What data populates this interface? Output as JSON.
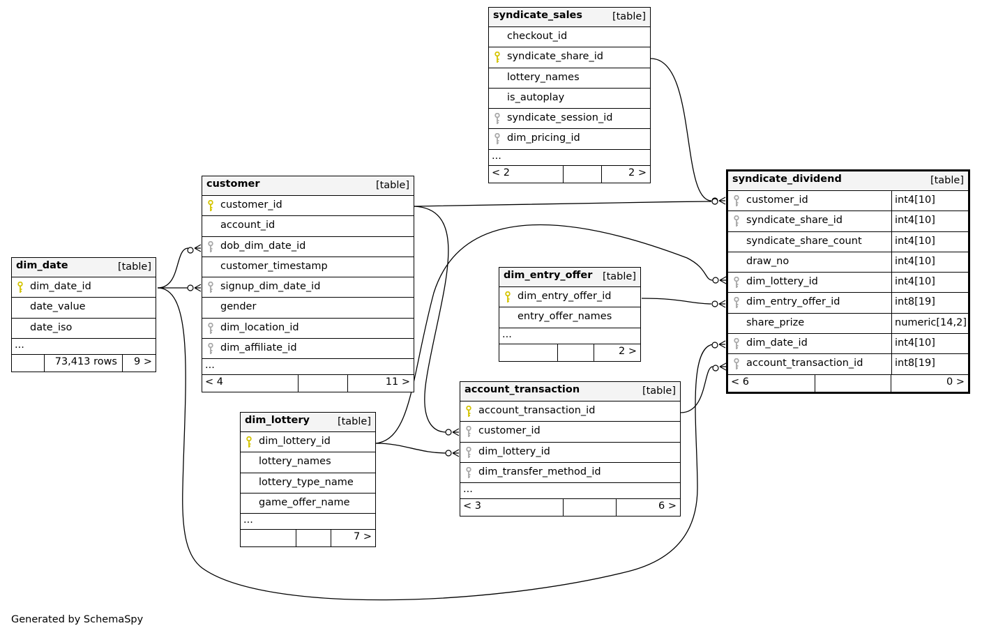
{
  "tag": "[table]",
  "footer": "Generated by SchemaSpy",
  "colors": {
    "primary_key": "#d4c400",
    "foreign_key": "#a8a8a8",
    "header_bg": "#f4f4f4"
  },
  "tables": {
    "syndicate_sales": {
      "name": "syndicate_sales",
      "columns": [
        {
          "name": "checkout_id",
          "key": ""
        },
        {
          "name": "syndicate_share_id",
          "key": "pk"
        },
        {
          "name": "lottery_names",
          "key": ""
        },
        {
          "name": "is_autoplay",
          "key": ""
        },
        {
          "name": "syndicate_session_id",
          "key": "fk"
        },
        {
          "name": "dim_pricing_id",
          "key": "fk"
        }
      ],
      "ellipsis": "...",
      "footer": {
        "left": "< 2",
        "mid": "",
        "right": "2 >"
      }
    },
    "customer": {
      "name": "customer",
      "columns": [
        {
          "name": "customer_id",
          "key": "pk"
        },
        {
          "name": "account_id",
          "key": ""
        },
        {
          "name": "dob_dim_date_id",
          "key": "fk"
        },
        {
          "name": "customer_timestamp",
          "key": ""
        },
        {
          "name": "signup_dim_date_id",
          "key": "fk"
        },
        {
          "name": "gender",
          "key": ""
        },
        {
          "name": "dim_location_id",
          "key": "fk"
        },
        {
          "name": "dim_affiliate_id",
          "key": "fk"
        }
      ],
      "ellipsis": "...",
      "footer": {
        "left": "< 4",
        "mid": "",
        "right": "11 >"
      }
    },
    "dim_date": {
      "name": "dim_date",
      "columns": [
        {
          "name": "dim_date_id",
          "key": "pk"
        },
        {
          "name": "date_value",
          "key": ""
        },
        {
          "name": "date_iso",
          "key": ""
        }
      ],
      "ellipsis": "...",
      "footer": {
        "left": "",
        "mid": "73,413 rows",
        "right": "9 >"
      }
    },
    "dim_entry_offer": {
      "name": "dim_entry_offer",
      "columns": [
        {
          "name": "dim_entry_offer_id",
          "key": "pk"
        },
        {
          "name": "entry_offer_names",
          "key": ""
        }
      ],
      "ellipsis": "...",
      "footer": {
        "left": "",
        "mid": "",
        "right": "2 >"
      }
    },
    "account_transaction": {
      "name": "account_transaction",
      "columns": [
        {
          "name": "account_transaction_id",
          "key": "pk"
        },
        {
          "name": "customer_id",
          "key": "fk"
        },
        {
          "name": "dim_lottery_id",
          "key": "fk"
        },
        {
          "name": "dim_transfer_method_id",
          "key": "fk"
        }
      ],
      "ellipsis": "...",
      "footer": {
        "left": "< 3",
        "mid": "",
        "right": "6 >"
      }
    },
    "dim_lottery": {
      "name": "dim_lottery",
      "columns": [
        {
          "name": "dim_lottery_id",
          "key": "pk"
        },
        {
          "name": "lottery_names",
          "key": ""
        },
        {
          "name": "lottery_type_name",
          "key": ""
        },
        {
          "name": "game_offer_name",
          "key": ""
        }
      ],
      "ellipsis": "...",
      "footer": {
        "left": "",
        "mid": "",
        "right": "7 >"
      }
    },
    "syndicate_dividend": {
      "name": "syndicate_dividend",
      "columns": [
        {
          "name": "customer_id",
          "key": "fk",
          "type": "int4[10]"
        },
        {
          "name": "syndicate_share_id",
          "key": "fk",
          "type": "int4[10]"
        },
        {
          "name": "syndicate_share_count",
          "key": "",
          "type": "int4[10]"
        },
        {
          "name": "draw_no",
          "key": "",
          "type": "int4[10]"
        },
        {
          "name": "dim_lottery_id",
          "key": "fk",
          "type": "int4[10]"
        },
        {
          "name": "dim_entry_offer_id",
          "key": "fk",
          "type": "int8[19]"
        },
        {
          "name": "share_prize",
          "key": "",
          "type": "numeric[14,2]"
        },
        {
          "name": "dim_date_id",
          "key": "fk",
          "type": "int4[10]"
        },
        {
          "name": "account_transaction_id",
          "key": "fk",
          "type": "int8[19]"
        }
      ],
      "footer": {
        "left": "< 6",
        "mid": "",
        "right": "0 >"
      }
    }
  }
}
